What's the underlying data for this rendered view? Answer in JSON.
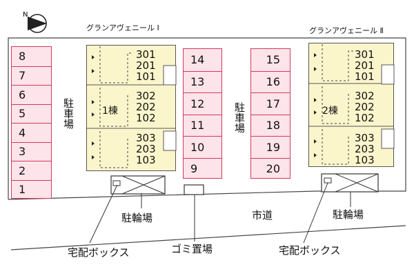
{
  "map": {
    "compass_label": "N",
    "buildings": [
      {
        "name": "グランアヴェニール Ⅰ",
        "unit": "1棟",
        "rooms": [
          [
            "301",
            "201",
            "101"
          ],
          [
            "302",
            "202",
            "102"
          ],
          [
            "303",
            "203",
            "103"
          ]
        ]
      },
      {
        "name": "グランアヴェニール Ⅱ",
        "unit": "2棟",
        "rooms": [
          [
            "301",
            "201",
            "101"
          ],
          [
            "302",
            "202",
            "102"
          ],
          [
            "303",
            "203",
            "103"
          ]
        ]
      }
    ],
    "parking_label_left": "駐車場",
    "parking_label_mid": "駐車場",
    "parking_left": [
      "8",
      "7",
      "6",
      "5",
      "4",
      "3",
      "2",
      "1"
    ],
    "parking_center": [
      "14",
      "13",
      "12",
      "11",
      "10",
      "9"
    ],
    "parking_right": [
      "15",
      "16",
      "17",
      "18",
      "19",
      "20"
    ],
    "bike_parking_label_1": "駐輪場",
    "bike_parking_label_2": "駐輪場",
    "road_label": "市道",
    "delivery_box_label_1": "宅配ボックス",
    "delivery_box_label_2": "宅配ボックス",
    "garbage_label": "ゴミ置場",
    "colors": {
      "parking_fill": "#fde3ea",
      "parking_border": "#d03a5c",
      "building_fill": "#fbf5cc"
    }
  }
}
